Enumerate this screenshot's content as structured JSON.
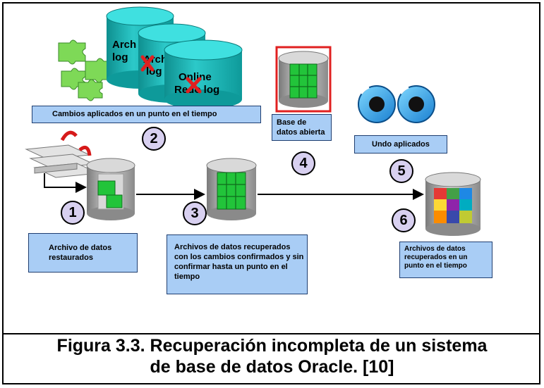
{
  "logs": {
    "archive_log_1": "Archive log",
    "archive_log_1_line1": "Arch",
    "archive_log_1_line2": "log",
    "archive_log_2_line1": "Arch",
    "archive_log_2_line2": "log",
    "online_redo_line1": "Online",
    "online_redo_line2": "Redo log"
  },
  "labels": {
    "changes_applied": "Cambios aplicados en un punto en el tiempo",
    "db_open": "Base de datos abierta",
    "undo_applied": "Undo aplicados",
    "restored_files": "Archivo de datos restaurados",
    "recovered_files": "Archivos de datos recuperados con los cambios confirmados y sin confirmar hasta un punto en el tiempo",
    "recovered_point": "Archivos de datos recuperados en un punto en el tiempo"
  },
  "steps": [
    "1",
    "2",
    "3",
    "4",
    "5",
    "6"
  ],
  "colors": {
    "label_fill": "#a9cdf5",
    "label_border": "#1f3e70",
    "log_cylinder": "#1ab5b5",
    "puzzle_green": "#22c43a",
    "highlight_red": "#e02020",
    "step_circle": "#d8d0f0"
  },
  "caption": {
    "line1": "Figura 3.3. Recuperación incompleta de un sistema",
    "line2": "de base de datos Oracle. [10]"
  }
}
